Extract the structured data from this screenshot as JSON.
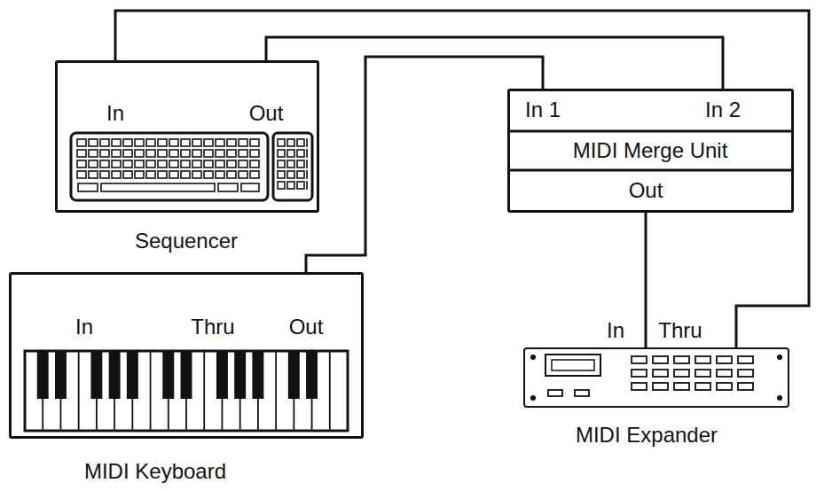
{
  "diagram": {
    "nodes": [
      {
        "text": [
          "In",
          "Out",
          "Sequencer"
        ]
      },
      {
        "text": [
          "In 1",
          "In 2",
          "MIDI Merge Unit",
          "Out"
        ]
      },
      {
        "text": [
          "In",
          "Thru",
          "Out",
          "MIDI Keyboard"
        ]
      },
      {
        "text": [
          "In",
          "Thru",
          "MIDI Expander"
        ]
      }
    ],
    "edges": [
      {
        "from": 0,
        "to": 1,
        "arrow": "none"
      },
      {
        "from": 2,
        "to": 1,
        "arrow": "none"
      },
      {
        "from": 1,
        "to": 3,
        "arrow": "none"
      },
      {
        "from": 3,
        "to": 0,
        "arrow": "none"
      }
    ]
  }
}
